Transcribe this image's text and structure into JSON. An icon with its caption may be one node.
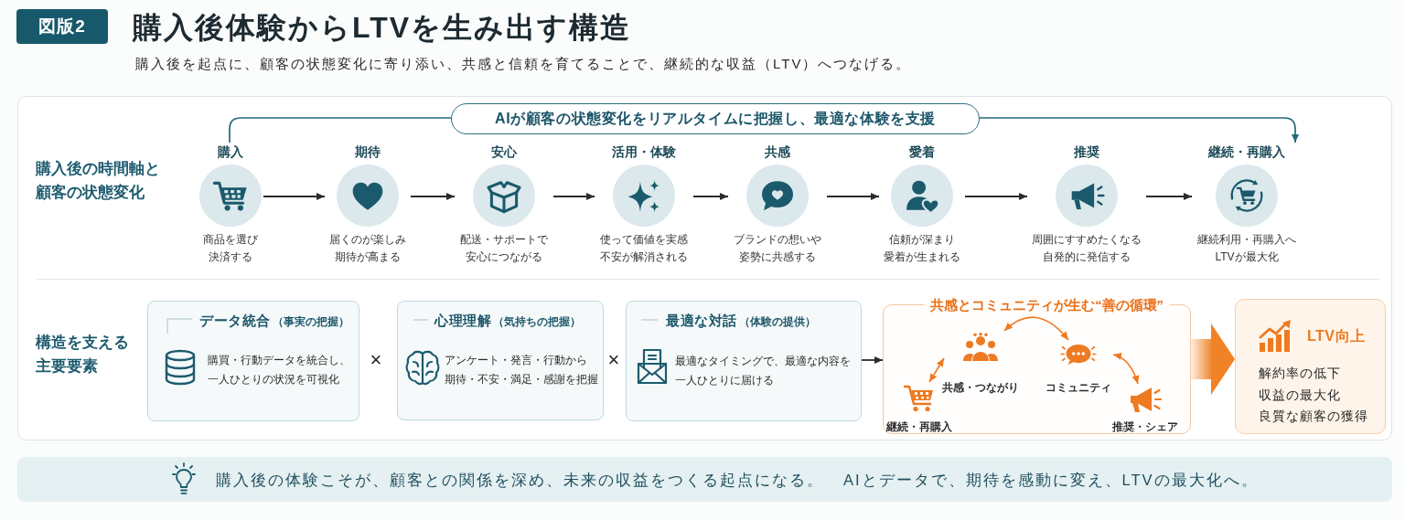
{
  "diagram": {
    "title": "購入後体験からLTVを生み出す構造",
    "nodes": [
      {
        "text": [
          "図版2"
        ]
      },
      {
        "text": [
          "購入後の時間軸と顧客の状態変化",
          "構造を支える主要要素"
        ]
      },
      {
        "text": [
          "AIが顧客の状態変化をリアルタイムに把握し、最適な体験を支援"
        ],
        "in": 1
      },
      {
        "text": [
          "購入"
        ],
        "beside": [
          "商品を選び決済する"
        ],
        "in": 1
      },
      {
        "text": [
          "期待"
        ],
        "beside": [
          "届くのが楽しみ期待が高まる"
        ],
        "in": 1
      },
      {
        "text": [
          "安心"
        ],
        "beside": [
          "配送・サポートで安心につながる"
        ],
        "in": 1
      },
      {
        "text": [
          "活用・体験"
        ],
        "beside": [
          "使って価値を実感不安が解消される"
        ],
        "in": 1
      },
      {
        "text": [
          "共感"
        ],
        "beside": [
          "ブランドの想いや姿勢に共感する"
        ],
        "in": 1
      },
      {
        "text": [
          "愛着"
        ],
        "beside": [
          "信頼が深まり愛着が生まれる"
        ],
        "in": 1
      },
      {
        "text": [
          "推奨"
        ],
        "beside": [
          "周囲にすすめたくなる自発的に発信する"
        ],
        "in": 1
      },
      {
        "text": [
          "継続・再購入"
        ],
        "beside": [
          "継続利用・再購入へLTVが最大化"
        ],
        "in": 1
      },
      {
        "text": [
          "データ統合",
          "（事実の把握）",
          "購買・行動データを統合し、一人ひとりの状況を可視化"
        ],
        "in": 1
      },
      {
        "text": [
          "心理理解",
          "（気持ちの把握）",
          "アンケート・発言・行動から期待・不安・満足・感謝を把握"
        ],
        "in": 1
      },
      {
        "text": [
          "最適な対話",
          "（体験の提供）",
          "最適なタイミングで、最適な内容を一人ひとりに届ける"
        ],
        "in": 1
      },
      {
        "text": [
          "共感とコミュニティが生む“善の循環”"
        ],
        "in": 1
      },
      {
        "text": [
          "継続・再購入"
        ],
        "in": 14
      },
      {
        "text": [
          "共感・つながり"
        ],
        "in": 14
      },
      {
        "text": [
          "コミュニティ"
        ],
        "in": 14
      },
      {
        "text": [
          "推奨・シェア"
        ],
        "in": 14
      },
      {
        "text": [
          "LTV向上",
          "解約率の低下",
          "収益の最大化",
          "良質な顧客の獲得"
        ],
        "in": 1
      },
      {
        "text": [
          "購入後の体験こそが、顧客との関係を深め、未来の収益をつくる起点になる。",
          "AIとデータで、期待を感動に変え、LTVの最大化へ。"
        ]
      }
    ],
    "edges": [
      {
        "from": 3,
        "to": 4,
        "arrow": "to"
      },
      {
        "from": 4,
        "to": 5,
        "arrow": "to"
      },
      {
        "from": 5,
        "to": 6,
        "arrow": "to"
      },
      {
        "from": 6,
        "to": 7,
        "arrow": "to"
      },
      {
        "from": 7,
        "to": 8,
        "arrow": "to"
      },
      {
        "from": 8,
        "to": 9,
        "arrow": "to"
      },
      {
        "from": 9,
        "to": 10,
        "arrow": "to"
      },
      {
        "from": 3,
        "to": 2,
        "arrow": "none",
        "color": "#24697c"
      },
      {
        "from": 2,
        "to": 10,
        "arrow": "to",
        "color": "#24697c"
      },
      {
        "from": 13,
        "to": 14,
        "arrow": "to"
      },
      {
        "from": 15,
        "to": 16,
        "arrow": "both",
        "color": "#ee7a22"
      },
      {
        "from": 16,
        "to": 17,
        "arrow": "both",
        "color": "#ee7a22"
      },
      {
        "from": 17,
        "to": 18,
        "arrow": "both",
        "color": "#ee7a22"
      },
      {
        "from": 14,
        "to": 19,
        "arrow": "to",
        "style": "thick",
        "color": "#f08326"
      }
    ],
    "labels": [
      "購入後を起点に、顧客の状態変化に寄り添い、共感と信頼を育てることで、継続的な収益（LTV）へつなげる。",
      "×",
      "×"
    ]
  }
}
